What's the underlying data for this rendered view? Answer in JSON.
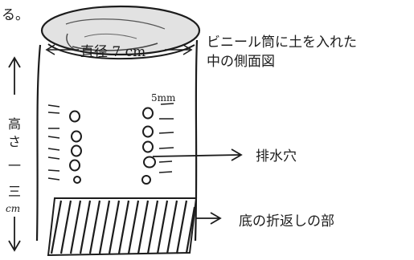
{
  "labels": {
    "fragment": "る。",
    "diameter": "直径 7 cm",
    "title_line1": "ビニール筒に土を入れた",
    "title_line2": "中の側面図",
    "spacing": "5mm",
    "height_char1": "高",
    "height_char2": "さ",
    "height_char3": "一",
    "height_char4": "三",
    "height_unit": "cm",
    "drain_hole": "排水穴",
    "bottom_fold": "底の折返しの部"
  },
  "colors": {
    "ink": "#1c1c1c",
    "paper": "#ffffff",
    "shade": "#d9d9d9"
  }
}
